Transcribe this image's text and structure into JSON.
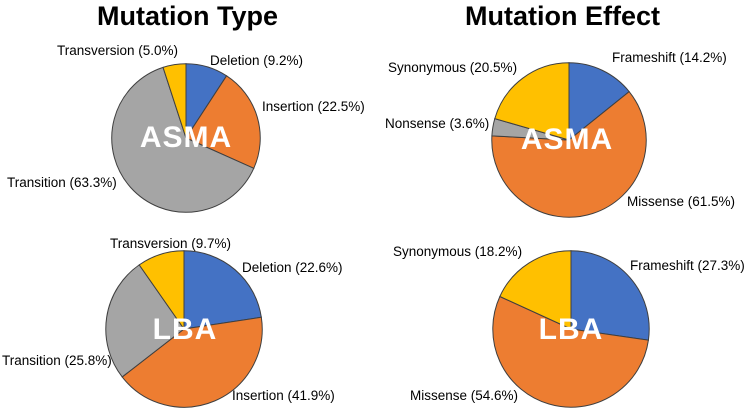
{
  "figure": {
    "background": "#FFFFFF",
    "column_titles": {
      "left": "Mutation Type",
      "right": "Mutation Effect"
    }
  },
  "palette": {
    "blue": "#4472C4",
    "orange": "#ED7D31",
    "gray": "#A5A5A5",
    "yellow": "#FFC000",
    "slice_stroke": "#3F3F3F",
    "title_color": "#000000",
    "label_color": "#000000",
    "center_label_color": "#FFFFFF"
  },
  "chart_data": [
    {
      "type": "pie",
      "column": "Mutation Type",
      "center_label": "ASMA",
      "start_angle": "12 o'clock",
      "direction": "clockwise",
      "legend_position": "none",
      "slices": [
        {
          "name": "Deletion",
          "value": 9.2,
          "color": "blue",
          "display": "Deletion (9.2%)"
        },
        {
          "name": "Insertion",
          "value": 22.5,
          "color": "orange",
          "display": "Insertion (22.5%)"
        },
        {
          "name": "Transition",
          "value": 63.3,
          "color": "gray",
          "display": "Transition (63.3%)"
        },
        {
          "name": "Transversion",
          "value": 5.0,
          "color": "yellow",
          "display": "Transversion (5.0%)"
        }
      ]
    },
    {
      "type": "pie",
      "column": "Mutation Effect",
      "center_label": "ASMA",
      "start_angle": "12 o'clock",
      "direction": "clockwise",
      "legend_position": "none",
      "slices": [
        {
          "name": "Frameshift",
          "value": 14.2,
          "color": "blue",
          "display": "Frameshift (14.2%)"
        },
        {
          "name": "Missense",
          "value": 61.5,
          "color": "orange",
          "display": "Missense (61.5%)"
        },
        {
          "name": "Nonsense",
          "value": 3.6,
          "color": "gray",
          "display": "Nonsense (3.6%)"
        },
        {
          "name": "Synonymous",
          "value": 20.5,
          "color": "yellow",
          "display": "Synonymous (20.5%)"
        }
      ]
    },
    {
      "type": "pie",
      "column": "Mutation Type",
      "center_label": "LBA",
      "start_angle": "12 o'clock",
      "direction": "clockwise",
      "legend_position": "none",
      "slices": [
        {
          "name": "Deletion",
          "value": 22.6,
          "color": "blue",
          "display": "Deletion (22.6%)"
        },
        {
          "name": "Insertion",
          "value": 41.9,
          "color": "orange",
          "display": "Insertion (41.9%)"
        },
        {
          "name": "Transition",
          "value": 25.8,
          "color": "gray",
          "display": "Transition (25.8%)"
        },
        {
          "name": "Transversion",
          "value": 9.7,
          "color": "yellow",
          "display": "Transversion (9.7%)"
        }
      ]
    },
    {
      "type": "pie",
      "column": "Mutation Effect",
      "center_label": "LBA",
      "start_angle": "12 o'clock",
      "direction": "clockwise",
      "legend_position": "none",
      "slices": [
        {
          "name": "Frameshift",
          "value": 27.3,
          "color": "blue",
          "display": "Frameshift (27.3%)"
        },
        {
          "name": "Missense",
          "value": 54.6,
          "color": "orange",
          "display": "Missense (54.6%)"
        },
        {
          "name": "Synonymous",
          "value": 18.2,
          "color": "yellow",
          "display": "Synonymous (18.2%)"
        }
      ]
    }
  ]
}
